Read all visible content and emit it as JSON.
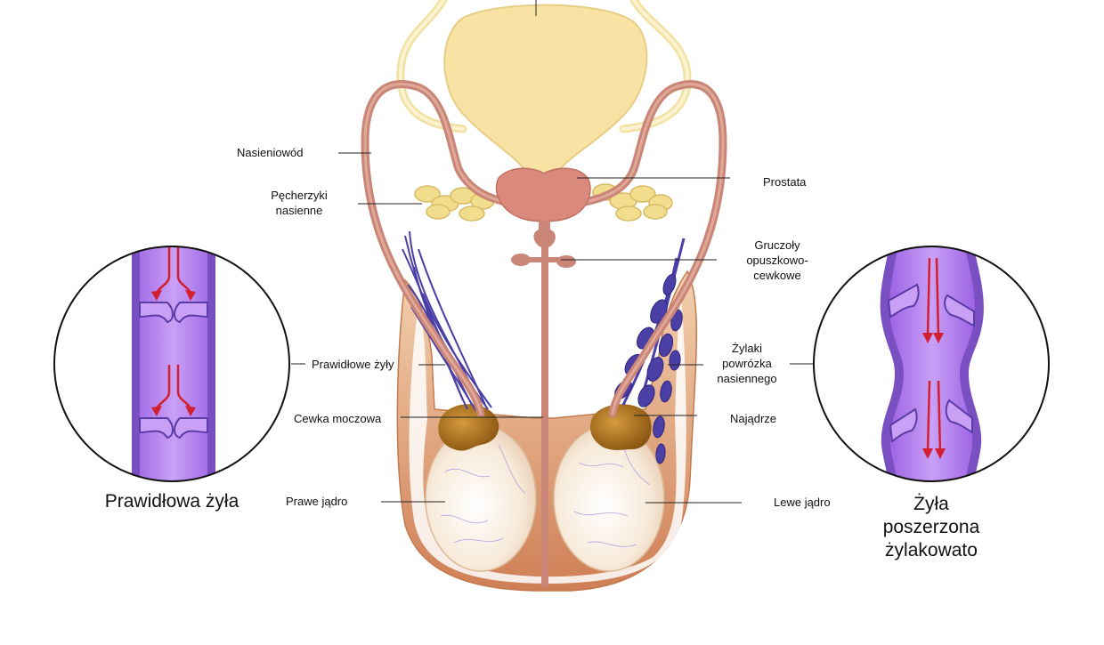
{
  "labels": {
    "vas_deferens": "Nasieniowód",
    "seminal_vesicles": [
      "Pęcherzyki",
      "nasienne"
    ],
    "prostate": "Prostata",
    "bulbourethral": [
      "Gruczoły",
      "opuszkowo-",
      "cewkowe"
    ],
    "normal_veins": "Prawidłowe żyły",
    "varicocele": [
      "Żylaki",
      "powrózka",
      "nasiennego"
    ],
    "urethra": "Cewka moczowa",
    "epididymis": "Najądrze",
    "right_testis": "Prawe jądro",
    "left_testis": "Lewe jądro"
  },
  "captions": {
    "normal_vein": "Prawidłowa żyła",
    "dilated_vein": [
      "Żyła",
      "poszerzona",
      "żylakowato"
    ]
  },
  "colors": {
    "bladder": "#f8e2a4",
    "duct": "#c98677",
    "prostate": "#d98a7c",
    "vesicles": "#f2dc8e",
    "vein_purple": "#b888ef",
    "vein_wall": "#7a4fc2",
    "varicose": "#4b3fa6",
    "epididymis": "#a8701e",
    "testis": "#f7ead9",
    "scrotum": "#d99066",
    "flow_arrow": "#d21e2e"
  }
}
